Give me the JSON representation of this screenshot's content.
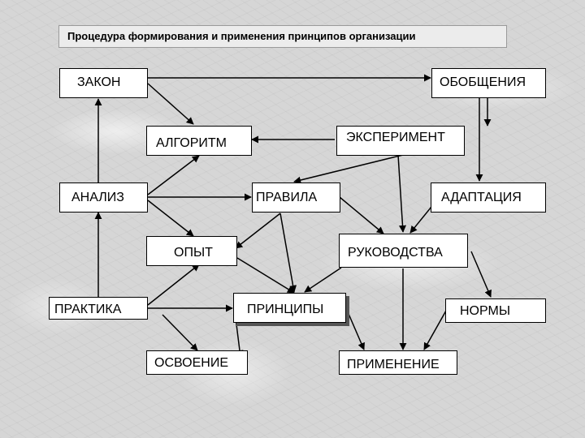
{
  "title": "Процедура формирования и применения принципов организации",
  "nodes": {
    "zakon": "ЗАКОН",
    "obobshcheniya": "ОБОБЩЕНИЯ",
    "algoritm": "АЛГОРИТМ",
    "eksperiment": "ЭКСПЕРИМЕНТ",
    "analiz": "АНАЛИЗ",
    "pravila": "ПРАВИЛА",
    "adaptatsiya": "АДАПТАЦИЯ",
    "opyt": "ОПЫТ",
    "rukovodstva": "РУКОВОДСТВА",
    "praktika": "ПРАКТИКА",
    "printsipy": "ПРИНЦИПЫ",
    "normy": "НОРМЫ",
    "osvoenie": "ОСВОЕНИЕ",
    "primenenie": "ПРИМЕНЕНИЕ"
  },
  "colors": {
    "line": "#000000",
    "box": "#ffffff",
    "title_bg": "#ececec"
  }
}
